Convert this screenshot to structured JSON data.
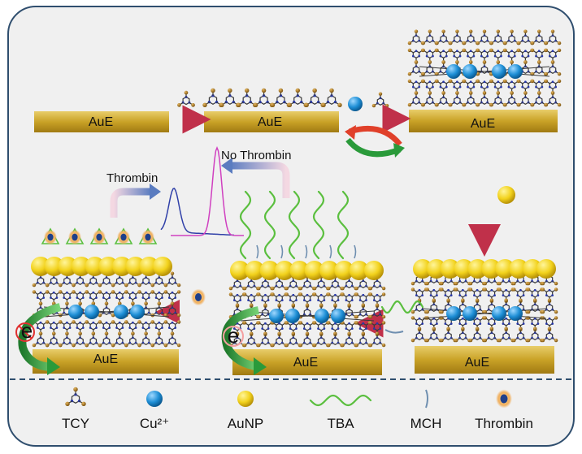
{
  "colors": {
    "frame": "#2f4e6e",
    "background": "#f0f0f0",
    "electrode": "#c9a227",
    "tcy_bond": "#3a3a3a",
    "tcy_n": "#2838a8",
    "tcy_s": "#9a6b12",
    "cu": "#1e8fd6",
    "aunp": "#f2d21c",
    "tba": "#5bbf3f",
    "mch": "#6f8fb0",
    "thrombin": "#f0b060",
    "arrow_red": "#c0304a",
    "arrow_blue": "#5a7cc0",
    "arrow_green": "#2a9a3a",
    "curve_blue": "#3040a8",
    "curve_pink": "#d040c0"
  },
  "electrodes": [
    "AuE",
    "AuE",
    "AuE",
    "AuE",
    "AuE",
    "AuE"
  ],
  "labels": {
    "no_thrombin": "No Thrombin",
    "thrombin": "Thrombin",
    "electron": "e"
  },
  "legend": {
    "items": [
      {
        "label": "TCY",
        "icon": "tcy-icon"
      },
      {
        "label": "Cu²⁺",
        "icon": "cu-ion-icon"
      },
      {
        "label": "AuNP",
        "icon": "aunp-icon"
      },
      {
        "label": "TBA",
        "icon": "tba-icon"
      },
      {
        "label": "MCH",
        "icon": "mch-icon"
      },
      {
        "label": "Thrombin",
        "icon": "thrombin-icon"
      }
    ]
  }
}
